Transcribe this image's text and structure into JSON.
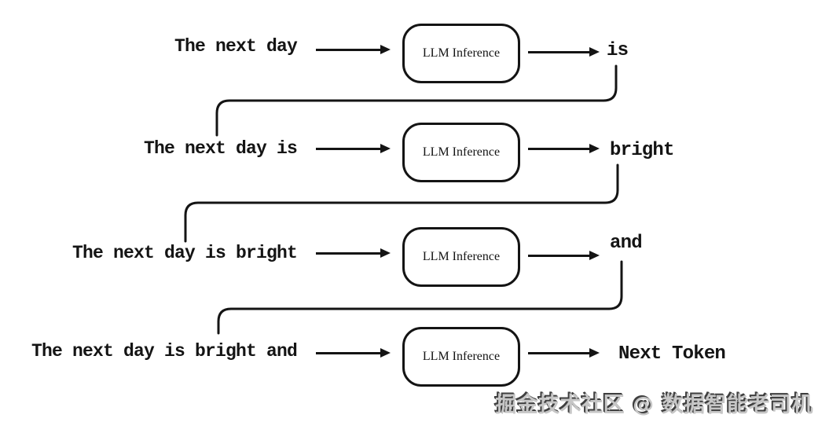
{
  "diagram": {
    "description": "Autoregressive LLM next-token generation loop",
    "rows": [
      {
        "prompt": "The next day",
        "box_label": "LLM Inference",
        "output": "is"
      },
      {
        "prompt": "The next day is",
        "box_label": "LLM Inference",
        "output": "bright"
      },
      {
        "prompt": "The next day is bright",
        "box_label": "LLM Inference",
        "output": "and"
      },
      {
        "prompt": "The next day is bright and",
        "box_label": "LLM Inference",
        "output": "Next Token"
      }
    ],
    "watermark": "掘金技术社区 @ 数据智能老司机",
    "colors": {
      "line": "#141414",
      "background": "#ffffff",
      "watermark_fill": "#c6c6c6",
      "watermark_shadow_dark": "#3f3f3f"
    }
  }
}
